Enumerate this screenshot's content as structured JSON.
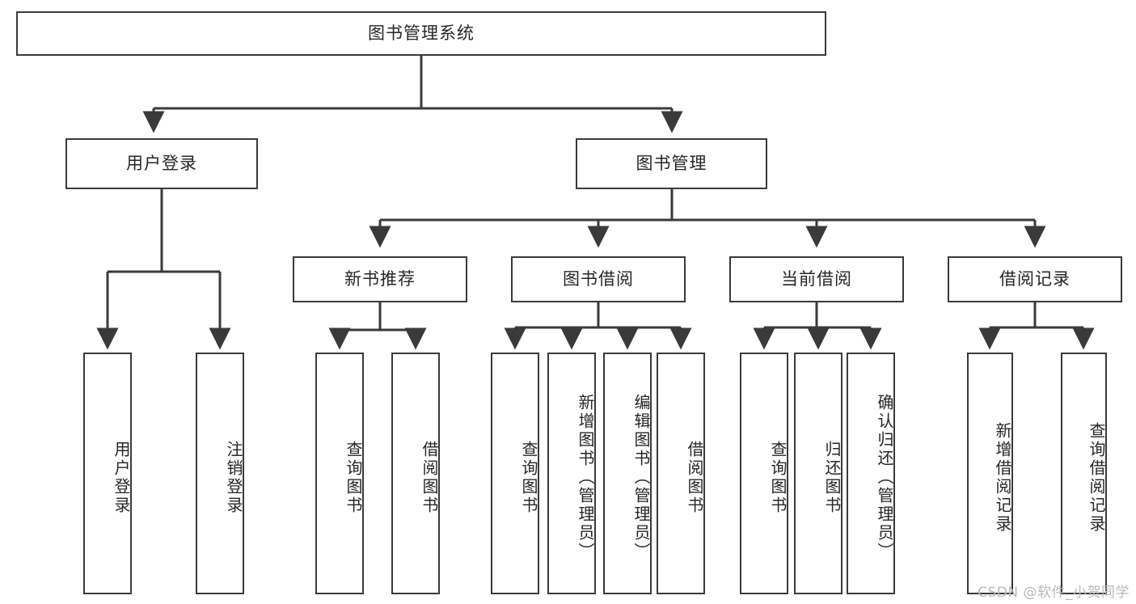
{
  "diagram": {
    "title": "图书管理系统",
    "type": "tree-hierarchy",
    "orientation": "top-down",
    "colors": {
      "node_border": "#3a3a3a",
      "node_fill": "#ffffff",
      "connector": "#3a3a3a",
      "text": "#262626",
      "watermark": "#b9b9b9",
      "background": "#ffffff"
    }
  },
  "root": {
    "label": "图书管理系统"
  },
  "level2": [
    {
      "label": "用户登录"
    },
    {
      "label": "图书管理"
    }
  ],
  "level3": [
    {
      "label": "新书推荐"
    },
    {
      "label": "图书借阅"
    },
    {
      "label": "当前借阅"
    },
    {
      "label": "借阅记录"
    }
  ],
  "leaves": {
    "user_login": [
      {
        "label": "用户登录"
      },
      {
        "label": "注销登录"
      }
    ],
    "new_book_recommend": [
      {
        "label": "查询图书"
      },
      {
        "label": "借阅图书"
      }
    ],
    "book_borrow": [
      {
        "label": "查询图书"
      },
      {
        "label": "新增图书（管理员）"
      },
      {
        "label": "编辑图书（管理员）"
      },
      {
        "label": "借阅图书"
      }
    ],
    "current_borrow": [
      {
        "label": "查询图书"
      },
      {
        "label": "归还图书"
      },
      {
        "label": "确认归还（管理员）"
      }
    ],
    "borrow_record": [
      {
        "label": "新增借阅记录"
      },
      {
        "label": "查询借阅记录"
      }
    ]
  },
  "watermark": {
    "text": "CSDN @软件_小贺同学"
  }
}
